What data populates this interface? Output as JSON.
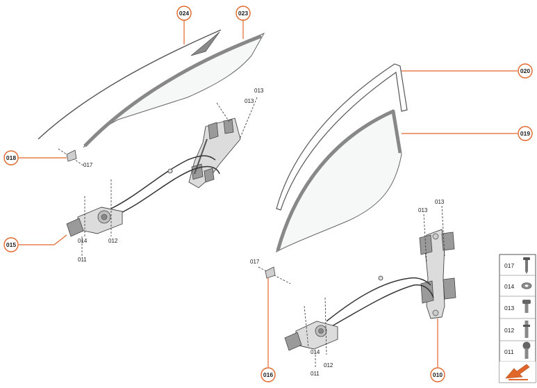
{
  "callouts": {
    "c024": "024",
    "c023": "023",
    "c020": "020",
    "c019": "019",
    "c018": "018",
    "c015": "015",
    "c016": "016",
    "c010": "010"
  },
  "labels_left": {
    "l013a": "013",
    "l013b": "013",
    "l017": "017",
    "l014": "014",
    "l012": "012",
    "l011": "011"
  },
  "labels_right": {
    "l013a": "013",
    "l013b": "013",
    "l017": "017",
    "l014": "014",
    "l012": "012",
    "l011": "011"
  },
  "legend": [
    {
      "code": "017",
      "icon": "screw-icon"
    },
    {
      "code": "014",
      "icon": "washer-icon"
    },
    {
      "code": "013",
      "icon": "bolt-icon"
    },
    {
      "code": "012",
      "icon": "stud-icon"
    },
    {
      "code": "011",
      "icon": "torx-bolt-icon"
    }
  ],
  "colors": {
    "accent": "#e0662a"
  }
}
